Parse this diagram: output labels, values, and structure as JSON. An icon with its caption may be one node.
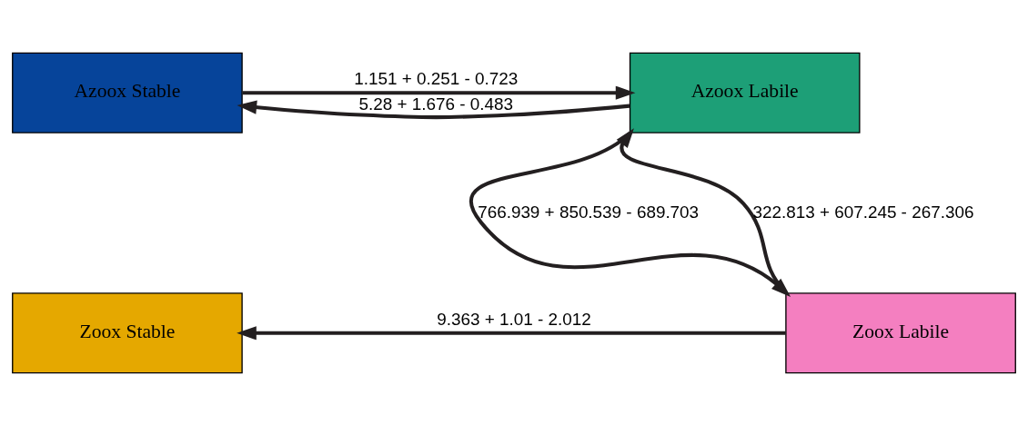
{
  "diagram": {
    "nodes": [
      {
        "text": [
          "Azoox Stable"
        ]
      },
      {
        "text": [
          "Azoox Labile"
        ]
      },
      {
        "text": [
          "Zoox Stable"
        ]
      },
      {
        "text": [
          "Zoox Labile"
        ]
      }
    ],
    "edges": [
      {
        "from": 0,
        "to": 1,
        "arrow": "to",
        "label": "1.151 + 0.251 - 0.723"
      },
      {
        "from": 1,
        "to": 0,
        "arrow": "to",
        "label": "5.28 + 1.676 - 0.483"
      },
      {
        "from": 3,
        "to": 1,
        "arrow": "to",
        "label": "322.813 + 607.245 - 267.306"
      },
      {
        "from": 1,
        "to": 3,
        "arrow": "to",
        "label": "766.939 + 850.539 - 689.703"
      },
      {
        "from": 3,
        "to": 2,
        "arrow": "to",
        "label": "9.363 + 1.01 - 2.012"
      }
    ]
  }
}
